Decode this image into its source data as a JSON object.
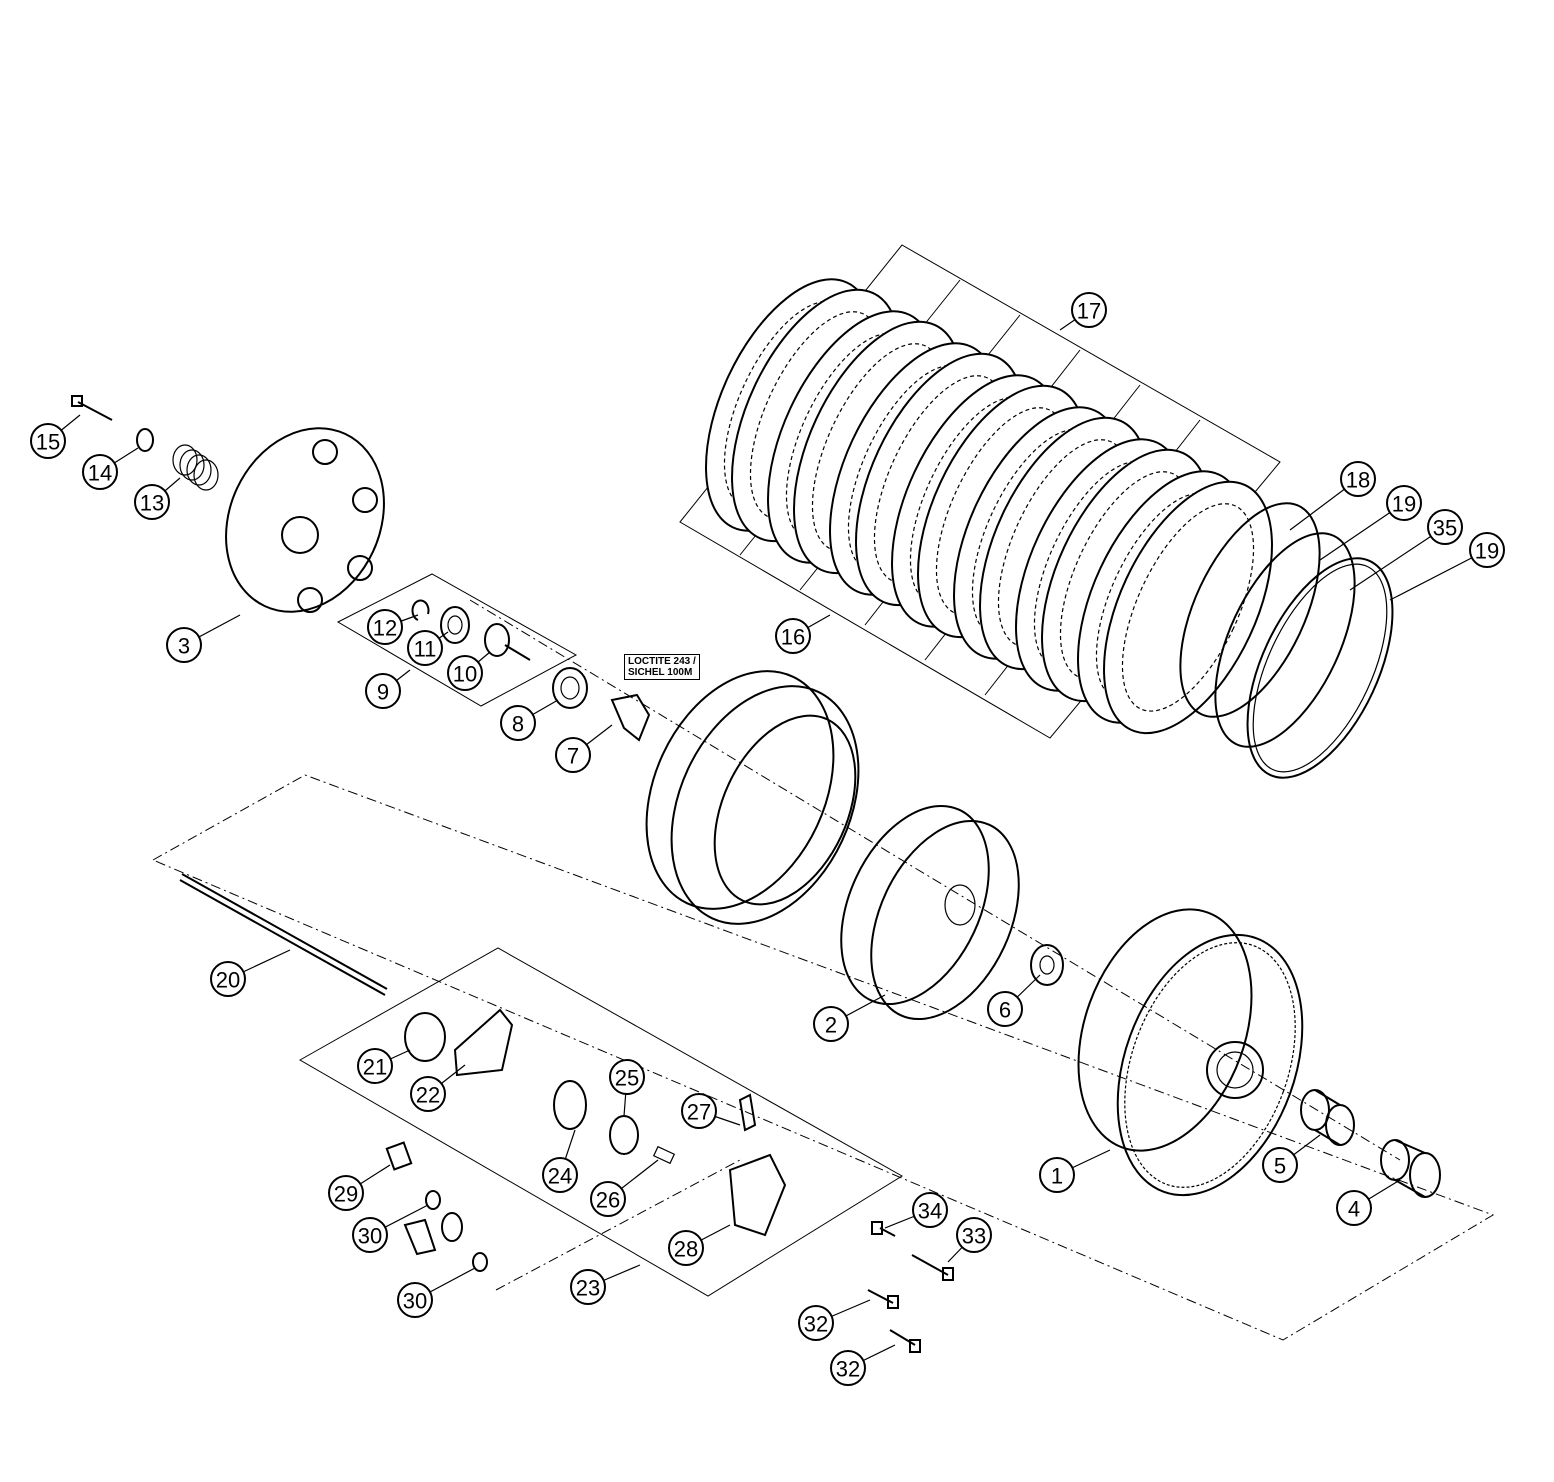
{
  "diagram": {
    "note": {
      "line1": "LOCTITE 243 /",
      "line2": "SICHEL 100M"
    },
    "callouts": [
      "15",
      "14",
      "13",
      "3",
      "12",
      "11",
      "10",
      "9",
      "8",
      "7",
      "17",
      "18",
      "19",
      "35",
      "19",
      "16",
      "20",
      "2",
      "6",
      "21",
      "22",
      "25",
      "27",
      "24",
      "26",
      "29",
      "30",
      "30",
      "23",
      "28",
      "34",
      "33",
      "32",
      "32",
      "1",
      "5",
      "4"
    ]
  }
}
